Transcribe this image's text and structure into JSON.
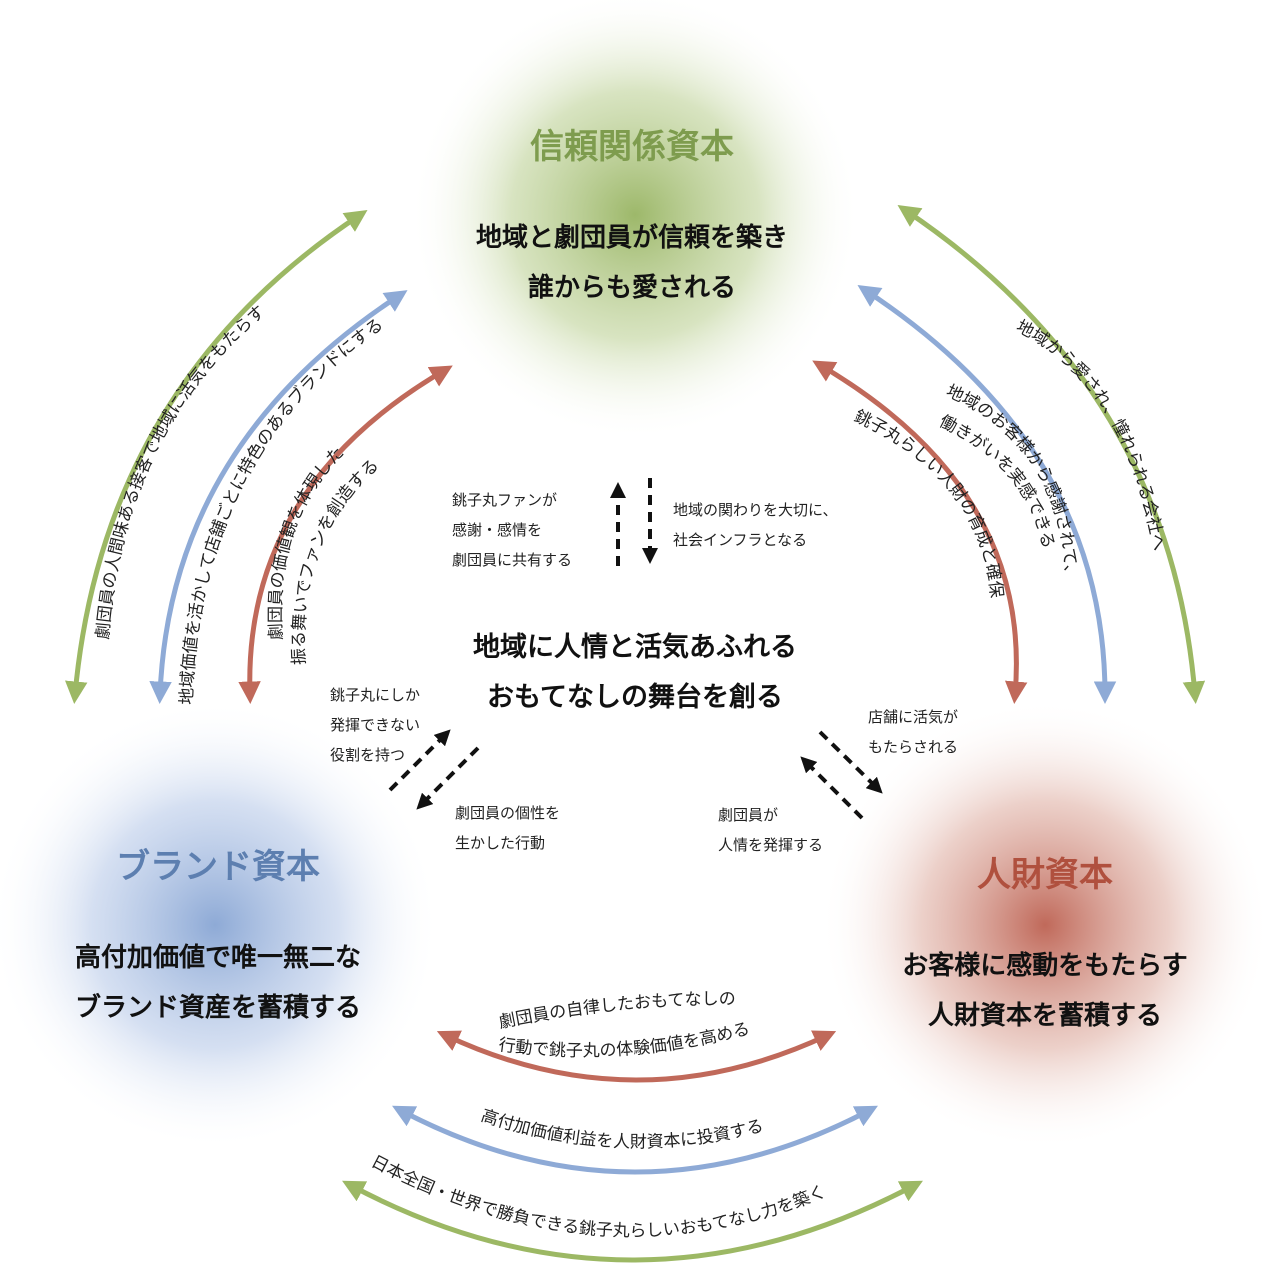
{
  "colors": {
    "green": "#9cb864",
    "blue": "#8eaad6",
    "red": "#c0695a",
    "green_title": "#7e9c4e",
    "blue_title": "#5d7fb0",
    "red_title": "#b0503e"
  },
  "trust": {
    "title": "信頼関係資本",
    "line1": "地域と劇団員が信頼を築き",
    "line2": "誰からも愛される"
  },
  "brand": {
    "title": "ブランド資本",
    "line1": "高付加価値で唯一無二な",
    "line2": "ブランド資産を蓄積する"
  },
  "people": {
    "title": "人財資本",
    "line1": "お客様に感動をもたらす",
    "line2": "人財資本を蓄積する"
  },
  "center": {
    "line1": "地域に人情と活気あふれる",
    "line2": "おもてなしの舞台を創る"
  },
  "flows": {
    "fan": [
      "銚子丸ファンが",
      "感謝・感情を",
      "劇団員に共有する"
    ],
    "infra": [
      "地域の関わりを大切に、",
      "社会インフラとなる"
    ],
    "role": [
      "銚子丸にしか",
      "発揮できない",
      "役割を持つ"
    ],
    "individual": [
      "劇団員の個性を",
      "生かした行動"
    ],
    "vitality": [
      "店舗に活気が",
      "もたらされる"
    ],
    "humanity": [
      "劇団員が",
      "人情を発揮する"
    ]
  },
  "arcs": {
    "left_green": "劇団員の人間味ある接客で地域に活気をもたらす",
    "left_blue": "地域価値を活かして店舗ごとに特色のあるブランドにする",
    "left_red": [
      "劇団員の価値観を体現した",
      "振る舞いでファンを創造する"
    ],
    "right_green": "地域から愛され、憧れられる会社へ",
    "right_blue": [
      "地域のお客様から感謝されて、",
      "働きがいを実感できる"
    ],
    "right_red": "銚子丸らしい人財の育成と確保",
    "bottom_red": [
      "劇団員の自律したおもてなしの",
      "行動で銚子丸の体験価値を高める"
    ],
    "bottom_blue": "高付加価値利益を人財資本に投資する",
    "bottom_green": "日本全国・世界で勝負できる銚子丸らしいおもてなし力を築く"
  }
}
